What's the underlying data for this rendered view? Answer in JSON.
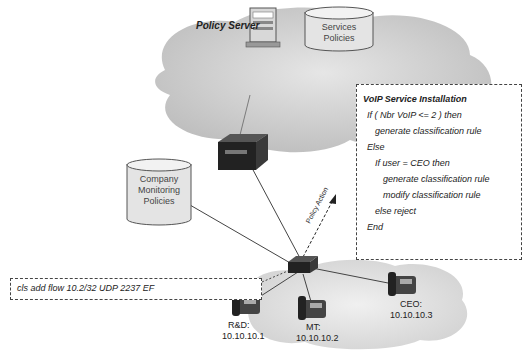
{
  "diagram": {
    "nodes": [
      {
        "text": [
          "Services Policies"
        ]
      },
      {
        "text": [
          "VoIP Service Installation",
          "If ( Nbr VoIP <= 2 ) then",
          "generate classification rule",
          "Else",
          "If user = CEO then",
          "generate classification rule",
          "modify classification rule",
          "else reject",
          "End"
        ]
      },
      {
        "text": [
          "Company Monitoring Policies"
        ]
      },
      {
        "text": [
          "cls add flow 10.2/32 UDP 2237 EF"
        ]
      }
    ],
    "labels": [
      "Policy Server",
      "Policy Action",
      "R&D:",
      "10.10.10.1",
      "MT:",
      "10.10.10.2",
      "CEO:",
      "10.10.10.3"
    ]
  }
}
